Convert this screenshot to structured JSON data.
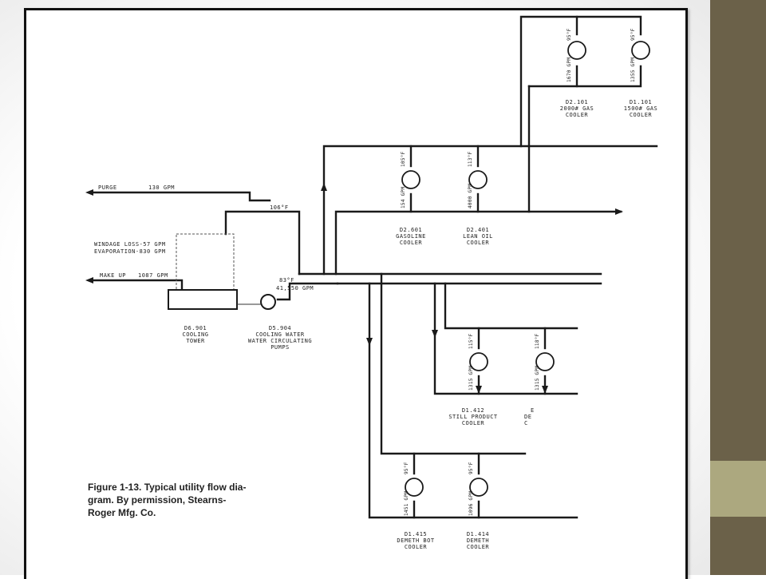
{
  "caption": {
    "line1": "Figure 1-13. Typical utility flow dia-",
    "line2": "gram. By permission, Stearns-",
    "line3": "Roger Mfg. Co."
  },
  "streams": {
    "purge": "PURGE",
    "purge_flow": "130 GPM",
    "windage": "WINDAGE LOSS-57 GPM",
    "evaporation": "EVAPORATION-830 GPM",
    "makeup": "MAKE UP",
    "makeup_flow": "1087 GPM",
    "return_temp": "106°F",
    "supply_temp": "83°F",
    "supply_flow": "41,550 GPM"
  },
  "equipment": {
    "tower": [
      "D6.901",
      "COOLING",
      "TOWER"
    ],
    "pumps": [
      "D5.904",
      "COOLING WATER",
      "WATER CIRCULATING",
      "PUMPS"
    ]
  },
  "coolers": {
    "c101a": {
      "temp": "95°F",
      "flow": "1670 GPM",
      "label": [
        "D2.101",
        "2000# GAS",
        "COOLER"
      ]
    },
    "c101b": {
      "temp": "95°F",
      "flow": "1355 GPM",
      "label": [
        "D1.101",
        "1500# GAS",
        "COOLER"
      ]
    },
    "c601": {
      "temp": "105°F",
      "flow": "154 GPM",
      "label": [
        "D2.601",
        "GASOLINE",
        "COOLER"
      ]
    },
    "c401": {
      "temp": "113°F",
      "flow": "4000 GPM",
      "label": [
        "D2.401",
        "LEAN OIL",
        "COOLER"
      ]
    },
    "c412": {
      "temp": "115°F",
      "flow": "1315 GPM",
      "label": [
        "D1.412",
        "STILL PRODUCT",
        "COOLER"
      ]
    },
    "c413": {
      "temp": "118°F",
      "flow": "1315 GPM",
      "label": [
        "E",
        "DE",
        "C"
      ]
    },
    "c415": {
      "temp": "95°F",
      "flow": "1451 GPM",
      "label": [
        "D1.415",
        "DEMETH BOT",
        "COOLER"
      ]
    },
    "c414": {
      "temp": "95°F",
      "flow": "1096 GPM",
      "label": [
        "D1.414",
        "DEMETH",
        "COOLER"
      ]
    }
  }
}
